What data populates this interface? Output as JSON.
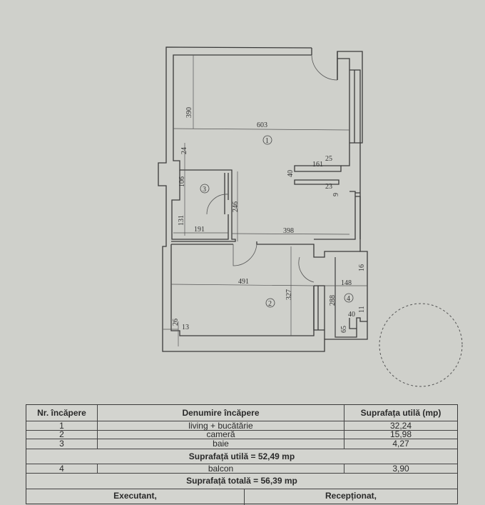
{
  "plan": {
    "rooms": {
      "r1": "1",
      "r2": "2",
      "r3": "3",
      "r4": "4"
    },
    "dims": {
      "d603": "603",
      "d390": "390",
      "d24": "24",
      "d25": "25",
      "d161": "161",
      "d40a": "40",
      "d23": "23",
      "d9": "9",
      "d106": "106",
      "d246": "246",
      "d131": "131",
      "d191": "191",
      "d398": "398",
      "d491": "491",
      "d327": "327",
      "d26": "26",
      "d13": "13",
      "d148": "148",
      "d16": "16",
      "d288": "288",
      "d11": "11",
      "d40b": "40",
      "d65": "65"
    }
  },
  "table": {
    "headers": {
      "nr": "Nr. încăpere",
      "name": "Denumire încăpere",
      "area": "Suprafața utilă (mp)"
    },
    "rows": [
      {
        "nr": "1",
        "name": "living + bucătărie",
        "area": "32,24"
      },
      {
        "nr": "2",
        "name": "cameră",
        "area": "15,98"
      },
      {
        "nr": "3",
        "name": "baie",
        "area": "4,27"
      }
    ],
    "subtotal": "Suprafață utilă = 52,49 mp",
    "balcony": {
      "nr": "4",
      "name": "balcon",
      "area": "3,90"
    },
    "total": "Suprafață totală = 56,39 mp",
    "executant": "Executant,",
    "receptionat": "Recepționat,"
  }
}
